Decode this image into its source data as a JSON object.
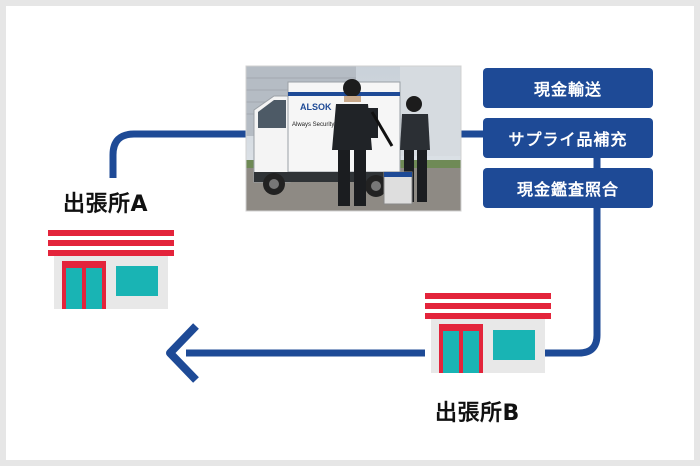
{
  "diagram": {
    "store_a_label": "出張所A",
    "store_b_label": "出張所B",
    "services": [
      "現金輸送",
      "サプライ品補充",
      "現金鑑査照合"
    ],
    "photo": {
      "truck_logo": "ALSOK",
      "truck_side_text": "Always Security OK"
    },
    "colors": {
      "route": "#1e4a96",
      "store_roof": "#e3243b",
      "store_wall": "#e8e8e8",
      "store_glass": "#19b4b4",
      "service_bg": "#1e4a96"
    }
  }
}
